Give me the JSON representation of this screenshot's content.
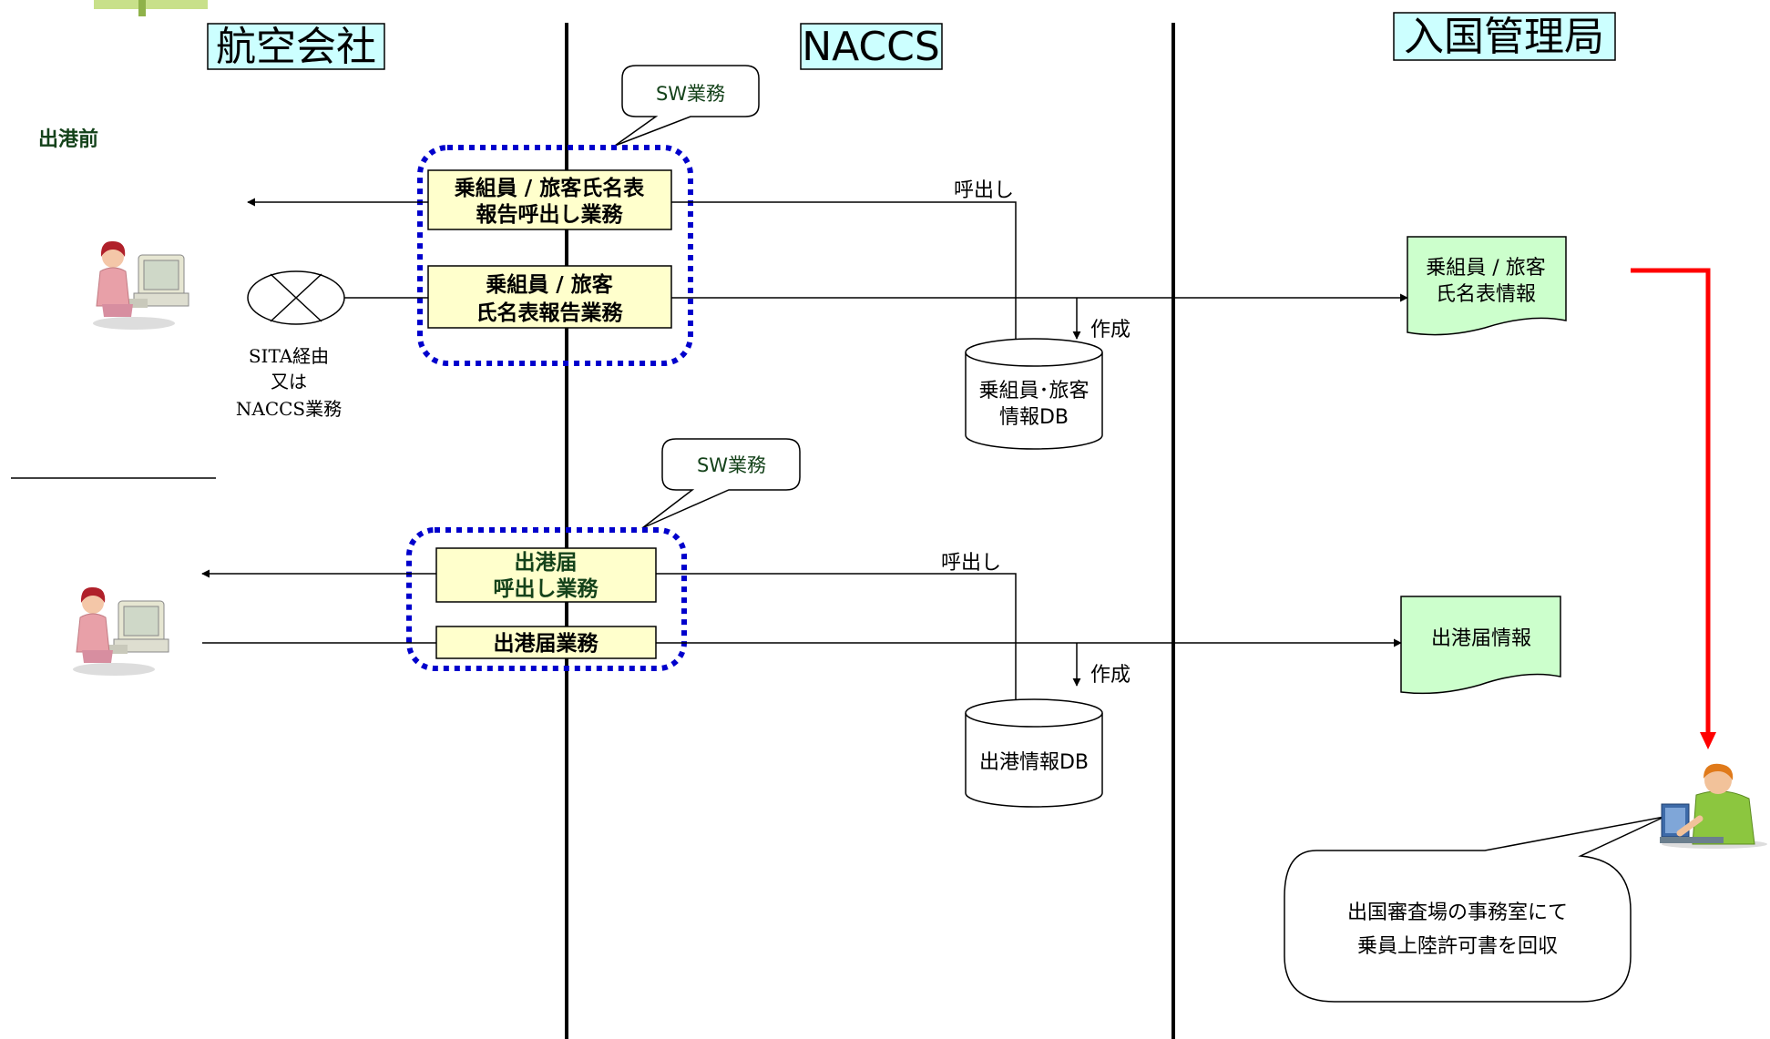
{
  "columns": {
    "airline": "航空会社",
    "naccs": "NACCS",
    "immigration": "入国管理局"
  },
  "section_label": "出港前",
  "sw_callouts": [
    "SW業務",
    "SW業務"
  ],
  "top": {
    "call_process": [
      "乗組員 / 旅客氏名表",
      "報告呼出し業務"
    ],
    "report_process": [
      "乗組員 / 旅客",
      "氏名表報告業務"
    ],
    "call_label": "呼出し",
    "create_label": "作成",
    "db": [
      "乗組員･旅客",
      "情報DB"
    ],
    "doc": [
      "乗組員 / 旅客",
      "氏名表情報"
    ],
    "network_label": [
      "SITA経由",
      "又は",
      "NACCS業務"
    ]
  },
  "bottom": {
    "call_process": [
      "出港届",
      "呼出し業務"
    ],
    "report_process": "出港届業務",
    "call_label": "呼出し",
    "create_label": "作成",
    "db": "出港情報DB",
    "doc": "出港届情報"
  },
  "speech": [
    "出国審査場の事務室にて",
    "乗員上陸許可書を回収"
  ],
  "icons": {
    "operator_1": "computer-operator-icon",
    "operator_2": "computer-operator-icon",
    "officer": "laptop-officer-icon",
    "network": "network-x-icon"
  },
  "colors": {
    "header_bg": "#ccffff",
    "process_fill": "#ffffcc",
    "doc_fill": "#ccffcc",
    "dotted_border": "#0000cc",
    "accent_arrow": "#ff0000",
    "sw_text": "#14421a"
  }
}
